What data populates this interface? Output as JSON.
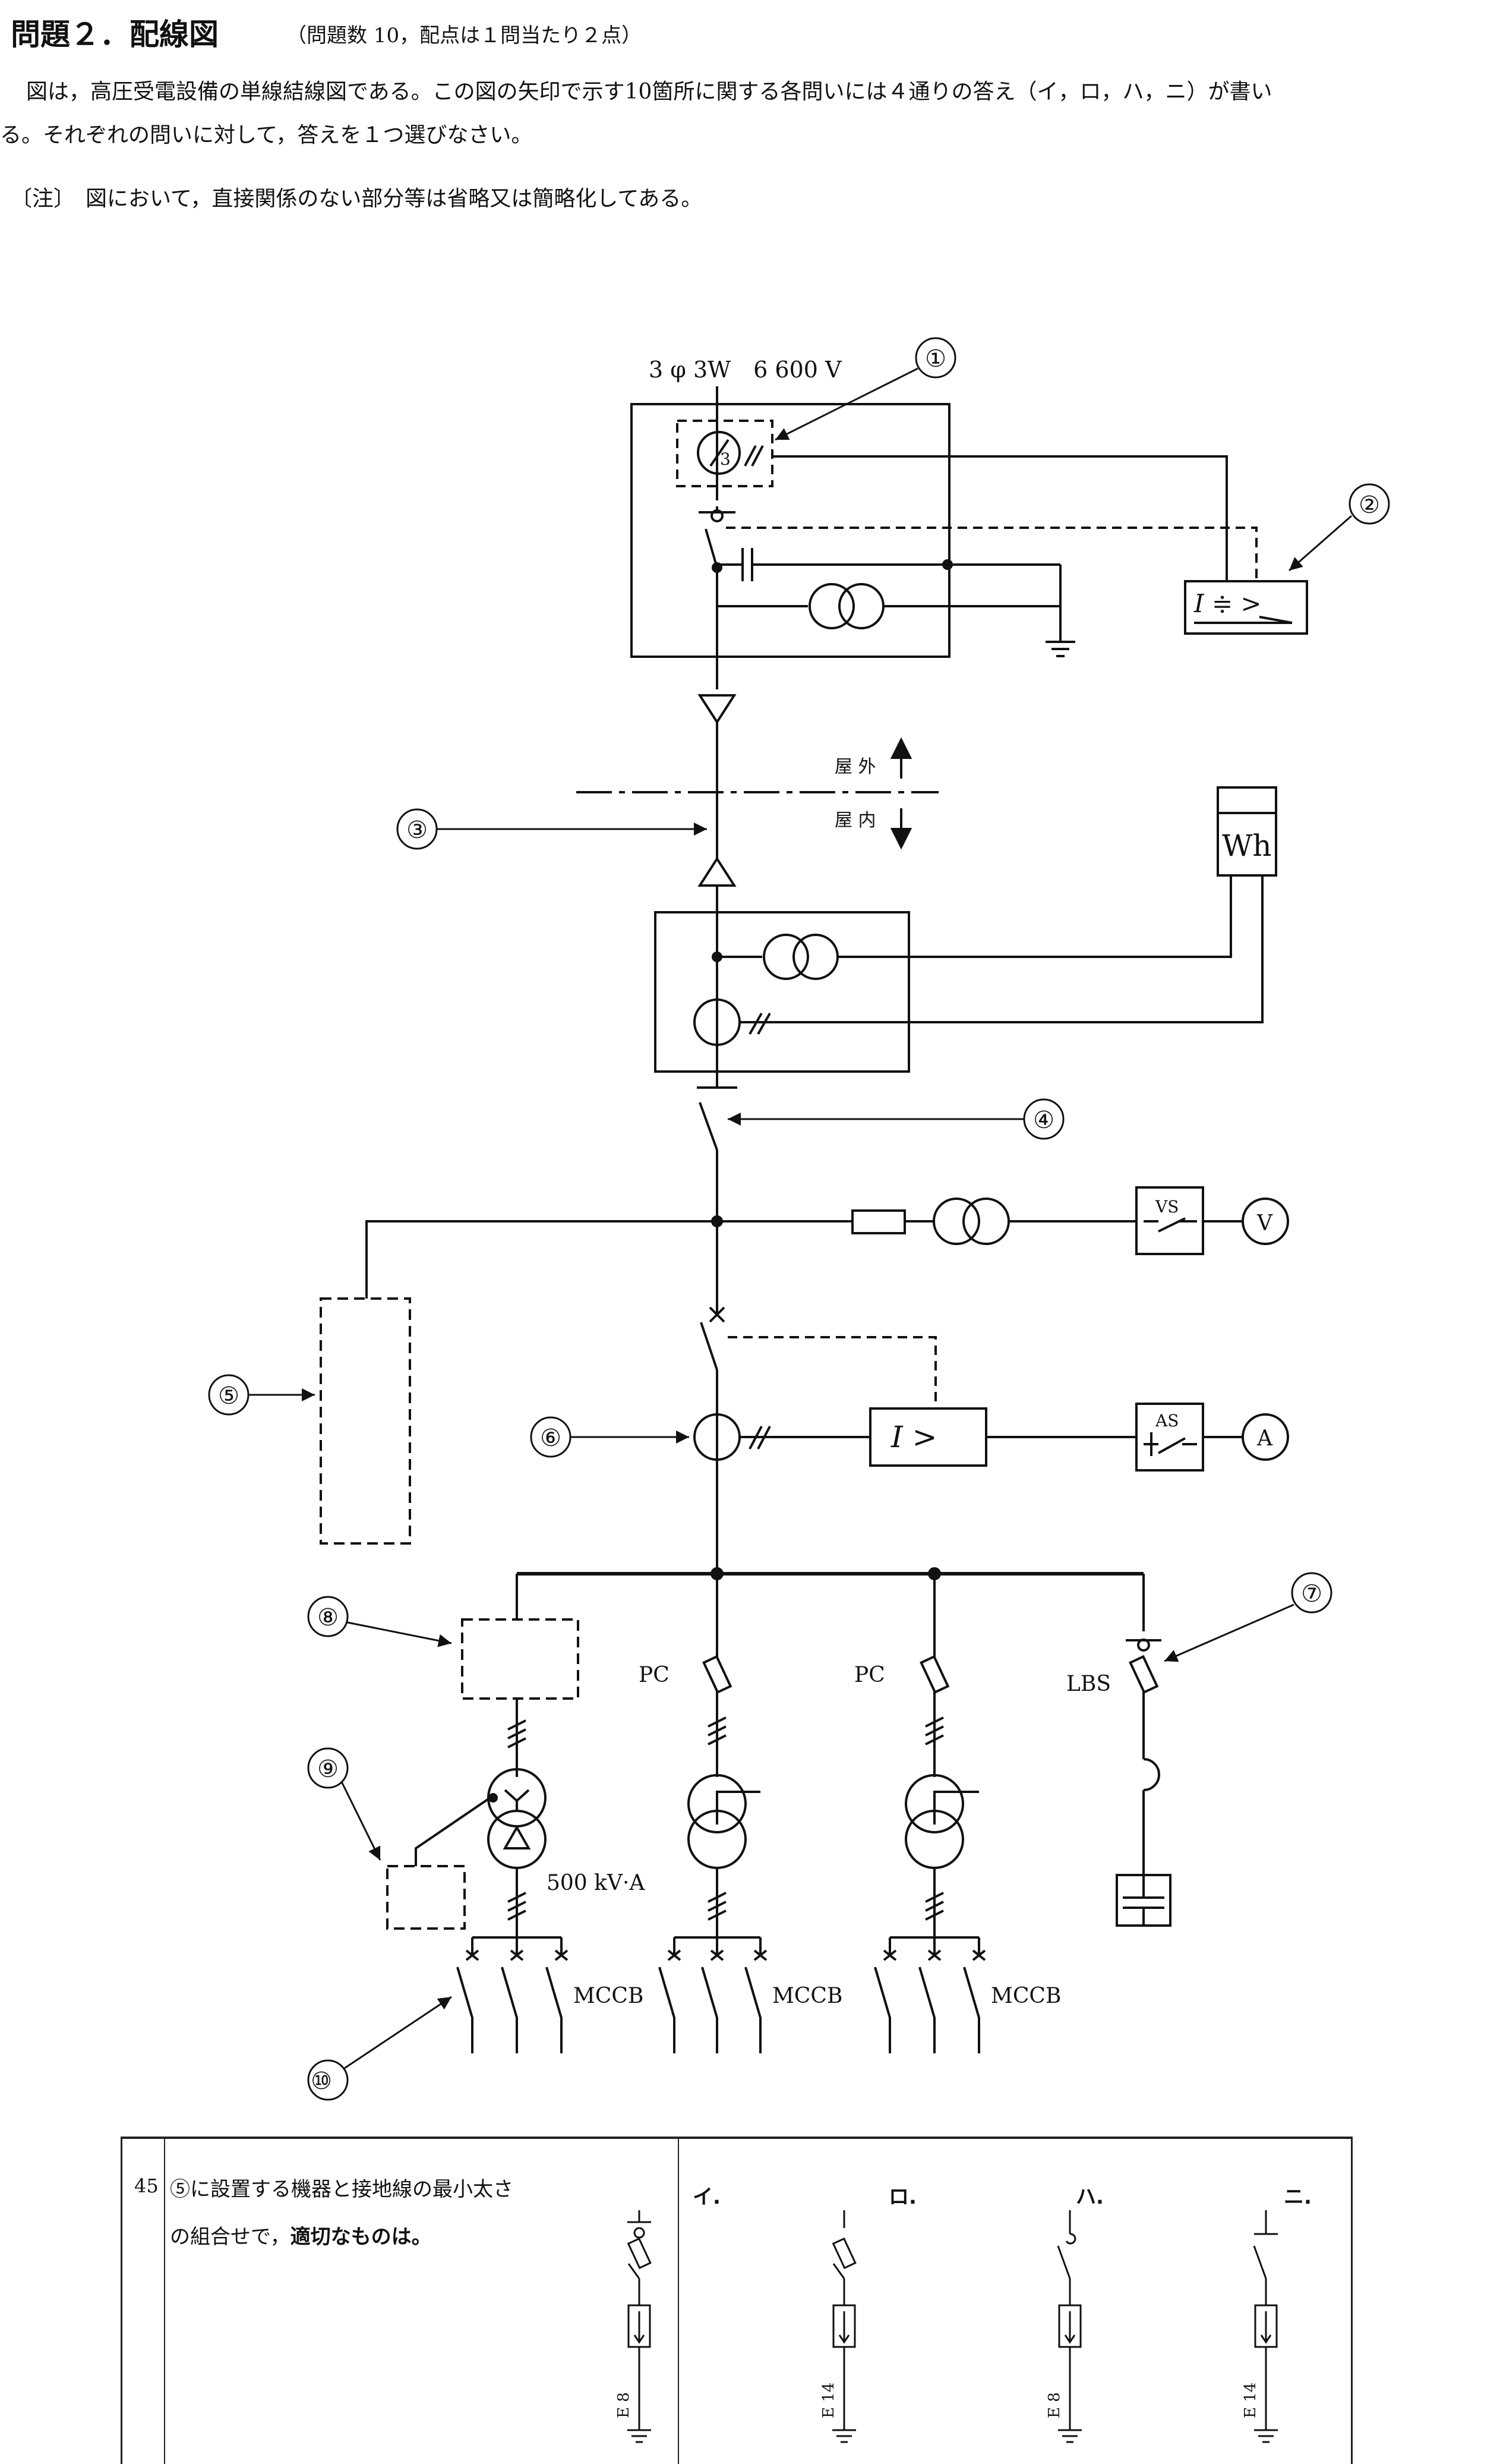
{
  "header": {
    "title": "問題２．配線図",
    "subtitle": "（問題数 10，配点は１問当たり２点）"
  },
  "intro": {
    "line1": "図は，高圧受電設備の単線結線図である。この図の矢印で示す10箇所に関する各問いには４通りの答え（イ，ロ，ハ，ニ）が書い",
    "line2": "る。それぞれの問いに対して，答えを１つ選びなさい。",
    "note": "〔注〕　図において，直接関係のない部分等は省略又は簡略化してある。"
  },
  "diagram": {
    "supply_label": "3 φ 3W　6 600 V",
    "markers": [
      "①",
      "②",
      "③",
      "④",
      "⑤",
      "⑥",
      "⑦",
      "⑧",
      "⑨",
      "⑩"
    ],
    "outdoor_label": "屋 外",
    "indoor_label": "屋 内",
    "wh_label": "Wh",
    "vs_label": "VS",
    "v_label": "V",
    "as_label": "AS",
    "a_label": "A",
    "ocr_label": "I >",
    "ground_relay_label": "I ≑ >",
    "zct_number": "3",
    "pc_label_1": "PC",
    "pc_label_2": "PC",
    "lbs_label": "LBS",
    "transformer_rating": "500 kV·A",
    "mccb_1": "MCCB",
    "mccb_2": "MCCB",
    "mccb_3": "MCCB"
  },
  "question": {
    "number": "45",
    "text_1": "⑤に設置する機器と接地線の最小太さ",
    "text_2": "の組合せで，",
    "text_bold": "適切なものは。",
    "choices": [
      "イ.",
      "ロ.",
      "ハ.",
      "ニ."
    ],
    "ground_labels": [
      "E 8",
      "E 14",
      "E 8",
      "E 14"
    ]
  },
  "colors": {
    "line": "#111111",
    "background": "#ffffff"
  }
}
